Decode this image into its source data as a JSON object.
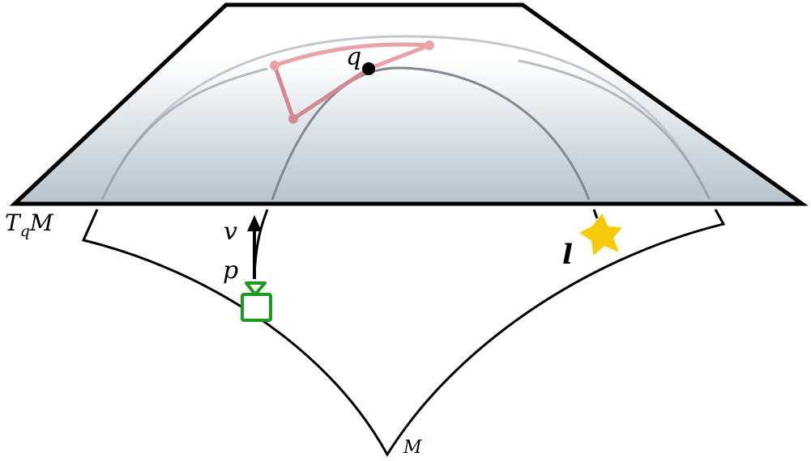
{
  "labels": {
    "tangent_plane": "T_qM",
    "tangent_plane_base": "T",
    "tangent_plane_sub": "q",
    "tangent_plane_tail": "M",
    "point_q": "q",
    "point_p": "p",
    "vector_v": "v",
    "light_l": "l",
    "manifold": "M"
  },
  "colors": {
    "outline": "#000000",
    "plane_gradient_top": "#ffffff",
    "plane_gradient_bottom": "#b7c3cd",
    "geodesic": "#808a93",
    "geodesic_faint": "#c4c8cc",
    "path": "#e8a3a8",
    "path_faded": "#d28a92",
    "camera": "#1f9a1f",
    "light": "#f7c90c",
    "point": "#000000"
  },
  "icons": {
    "camera": "camera-icon",
    "light": "star-light-icon"
  }
}
